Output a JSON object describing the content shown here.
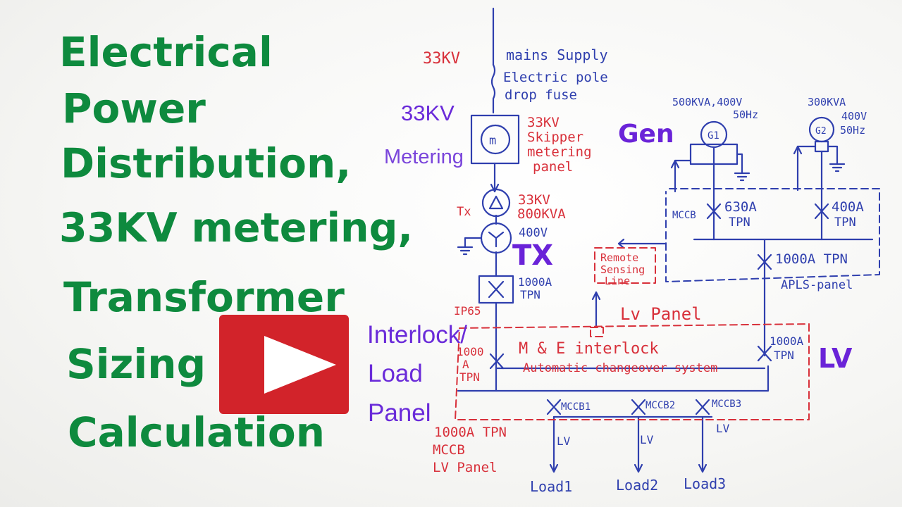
{
  "title": [
    "Electrical",
    "Power",
    "Distribution,",
    "33KV metering,",
    "Transformer",
    "Sizing",
    "Calculation"
  ],
  "purple_labels": {
    "kv33": "33KV",
    "metering": "Metering",
    "gen": "Gen",
    "tx": "TX",
    "interlock_1": "Interlock/",
    "interlock_2": "Load",
    "interlock_3": "Panel",
    "lv": "LV"
  },
  "handwritten": {
    "supply_kv": "33KV",
    "mains_supply": "mains Supply",
    "electric_pole": "Electric pole",
    "drop_fuse": "drop fuse",
    "meter_symbol": "m",
    "skipper_1": "33KV",
    "skipper_2": "Skipper",
    "skipper_3": "metering",
    "skipper_4": "panel",
    "tx_label": "Tx",
    "tx_rating_1": "33KV",
    "tx_rating_2": "800KVA",
    "tx_rating_3": "400V",
    "breaker_1": "1000A",
    "breaker_2": "TPN",
    "ip65": "IP65",
    "lv_incomer_1": "1000",
    "lv_incomer_2": "A",
    "lv_incomer_3": "TPN",
    "g1_rating_1": "500KVA,400V",
    "g1_rating_2": "50Hz",
    "g1_symbol": "G1",
    "g2_rating_1": "300KVA",
    "g2_rating_2": "400V",
    "g2_rating_3": "50Hz",
    "g2_symbol": "G2",
    "mccb": "MCCB",
    "mccb_630_1": "630A",
    "mccb_630_2": "TPN",
    "mccb_400_1": "400A",
    "mccb_400_2": "TPN",
    "apls_breaker": "1000A TPN",
    "apls_panel": "APLS-panel",
    "remote_1": "Remote",
    "remote_2": "Sensing",
    "remote_3": "Line",
    "lv_panel": "Lv Panel",
    "interlock_text": "M & E interlock",
    "changeover_text": "Automatic changeover system",
    "lv_breaker_1": "1000A",
    "lv_breaker_2": "TPN",
    "mccb1": "MCCB1",
    "mccb2": "MCCB2",
    "mccb3": "MCCB3",
    "lv1": "LV",
    "lv2": "LV",
    "lv3": "LV",
    "load1": "Load1",
    "load2": "Load2",
    "load3": "Load3",
    "bottom_note_1": "1000A TPN",
    "bottom_note_2": "MCCB",
    "bottom_note_3": "LV Panel"
  },
  "colors": {
    "title_green": "#0e8a3e",
    "purple": "#6a2bd9",
    "ink_red": "#d8303a",
    "ink_blue": "#2f3fae",
    "youtube_red": "#d2232a"
  },
  "icons": [
    "play-icon",
    "meter-icon",
    "transformer-icon",
    "generator-icon",
    "ground-icon",
    "breaker-icon"
  ]
}
